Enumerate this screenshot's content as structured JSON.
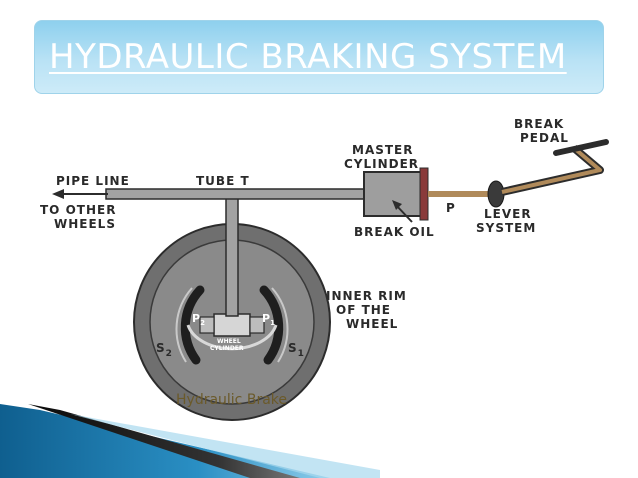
{
  "slide": {
    "title": "HYDRAULIC BRAKING SYSTEM"
  },
  "diagram": {
    "labels": {
      "pipe_line": "PIPE LINE",
      "tube_t": "TUBE T",
      "to_other": "TO OTHER",
      "wheels": "WHEELS",
      "master": "MASTER",
      "cylinder": "CYLINDER",
      "break_oil": "BREAK OIL",
      "p": "P",
      "lever": "LEVER",
      "system": "SYSTEM",
      "break": "BREAK",
      "pedal": "PEDAL",
      "inner_rim": "INNER RIM",
      "of_the": "OF THE",
      "wheel": "WHEEL",
      "p2": "P",
      "p2_sub": "2",
      "p1": "P",
      "p1_sub": "1",
      "s2": "S",
      "s2_sub": "2",
      "s1": "S",
      "s1_sub": "1",
      "wheel_cyl_1": "WHEEL",
      "wheel_cyl_2": "CYLINDER"
    },
    "caption": "Hydraulic Brake",
    "colors": {
      "pipe": "#9a9a9a",
      "outline": "#2c2c2c",
      "wheel": "#707070",
      "linkage": "#b08a5a",
      "accent": "#1f6f9e"
    }
  }
}
